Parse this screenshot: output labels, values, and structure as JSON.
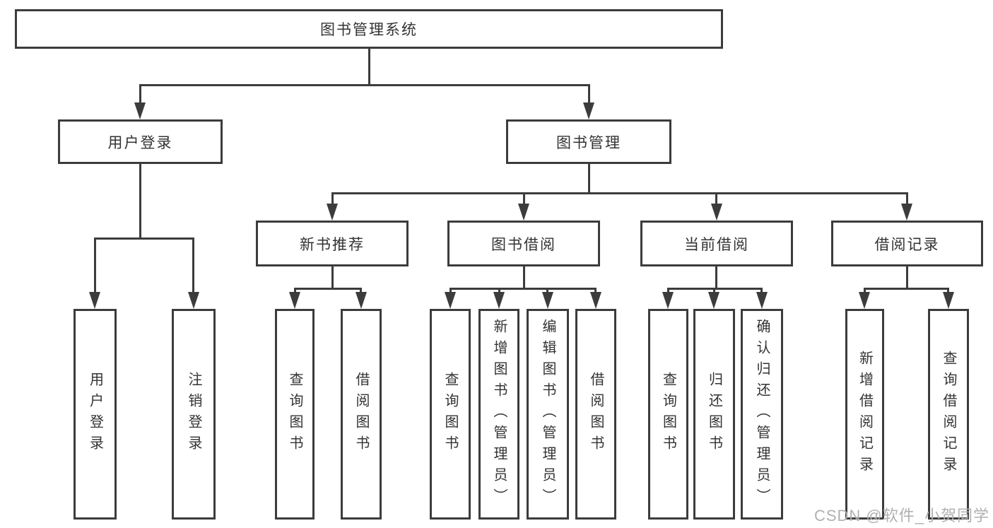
{
  "tree": {
    "label": "图书管理系统",
    "children": [
      {
        "label": "用户登录",
        "children": [
          {
            "label": "用户登录"
          },
          {
            "label": "注销登录"
          }
        ]
      },
      {
        "label": "图书管理",
        "children": [
          {
            "label": "新书推荐",
            "children": [
              {
                "label": "查询图书"
              },
              {
                "label": "借阅图书"
              }
            ]
          },
          {
            "label": "图书借阅",
            "children": [
              {
                "label": "查询图书"
              },
              {
                "label": "新增图书（管理员）"
              },
              {
                "label": "编辑图书（管理员）"
              },
              {
                "label": "借阅图书"
              }
            ]
          },
          {
            "label": "当前借阅",
            "children": [
              {
                "label": "查询图书"
              },
              {
                "label": "归还图书"
              },
              {
                "label": "确认归还（管理员）"
              }
            ]
          },
          {
            "label": "借阅记录",
            "children": [
              {
                "label": "新增借阅记录"
              },
              {
                "label": "查询借阅记录"
              }
            ]
          }
        ]
      }
    ]
  },
  "watermark": "CSDN @软件_小贺同学",
  "colors": {
    "line": "#3c3c3c",
    "text": "#333333",
    "wm": "#b0b0b0",
    "bg": "#ffffff"
  }
}
